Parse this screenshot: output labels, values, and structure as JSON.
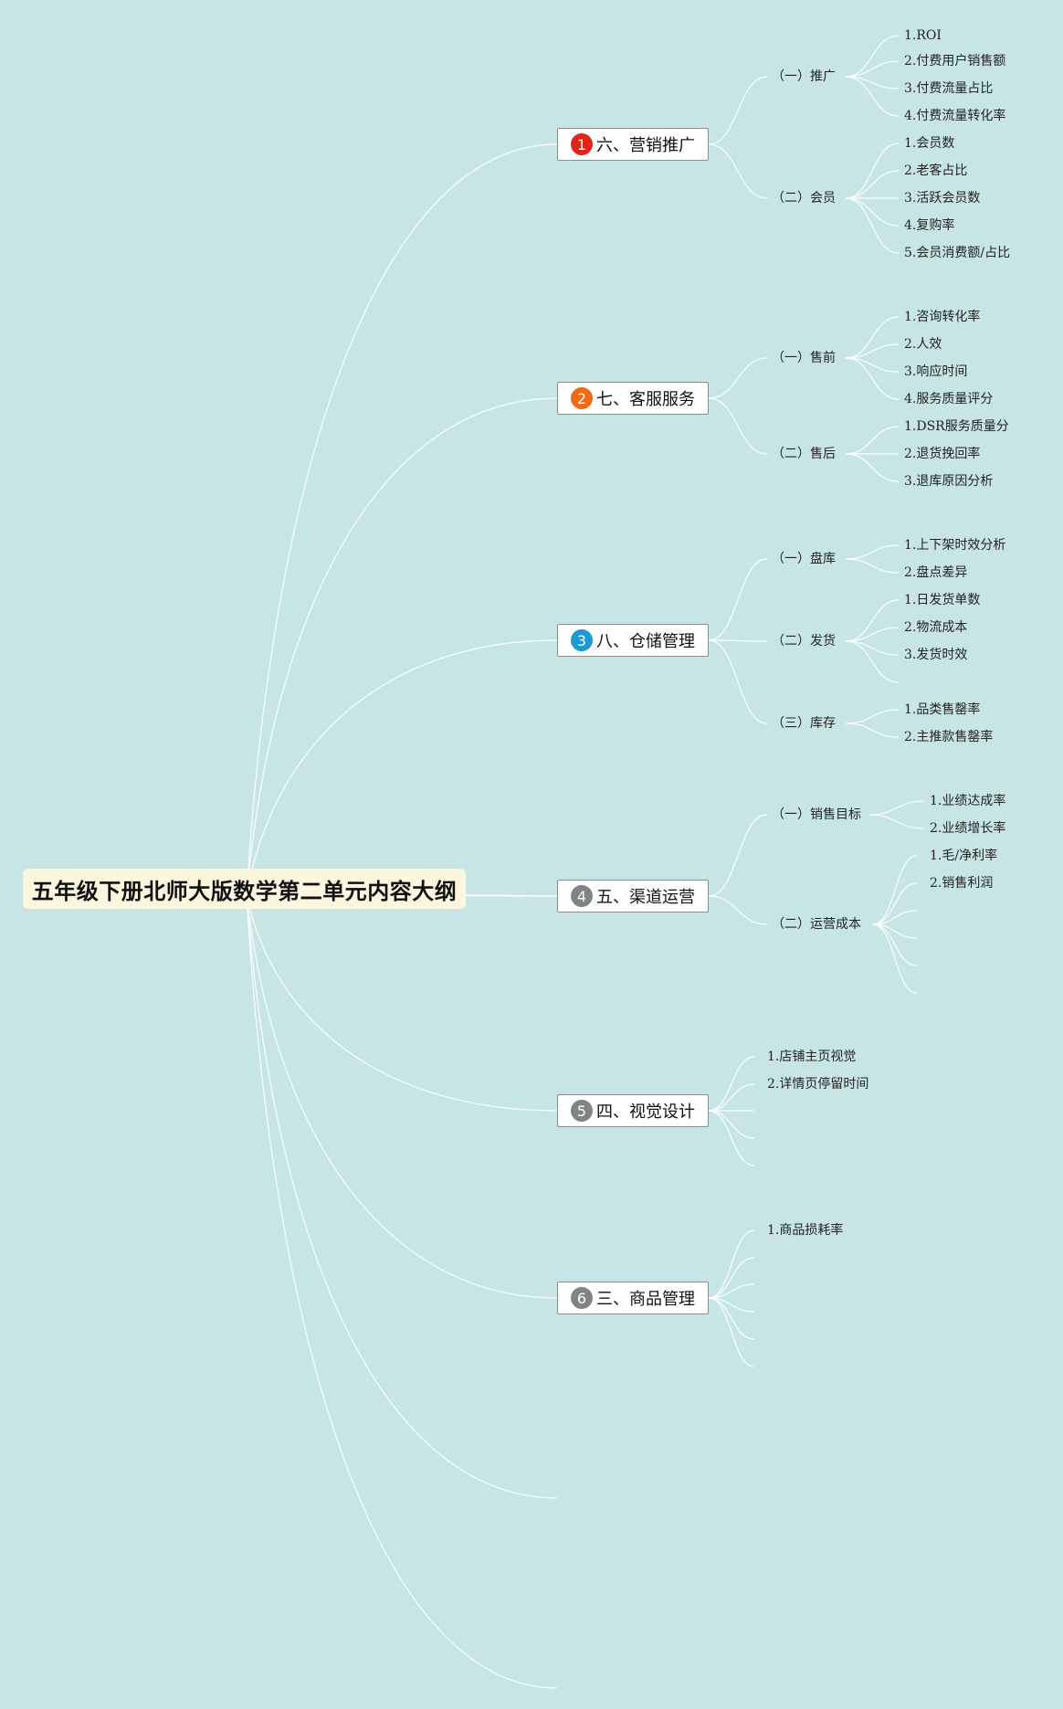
{
  "root": {
    "title": "五年级下册北师大版数学第二单元内容大纲"
  },
  "branches": [
    {
      "badge": "1",
      "badge_color": "#e0251a",
      "label": "六、营销推广",
      "subs": [
        {
          "label": "（一）推广",
          "leaves": [
            "1.ROI",
            "2.付费用户销售额",
            "3.付费流量占比",
            "4.付费流量转化率"
          ]
        },
        {
          "label": "（二）会员",
          "leaves": [
            "1.会员数",
            "2.老客占比",
            "3.活跃会员数",
            "4.复购率",
            "5.会员消费额/占比"
          ]
        }
      ]
    },
    {
      "badge": "2",
      "badge_color": "#ee6a16",
      "label": "七、客服服务",
      "subs": [
        {
          "label": "（一）售前",
          "leaves": [
            "1.咨询转化率",
            "2.人效",
            "3.响应时间",
            "4.服务质量评分"
          ]
        },
        {
          "label": "（二）售后",
          "leaves": [
            "1.DSR服务质量分",
            "2.退货挽回率",
            "3.退库原因分析"
          ]
        }
      ]
    },
    {
      "badge": "3",
      "badge_color": "#1b9ad6",
      "label": "八、仓储管理",
      "subs": [
        {
          "label": "（一）盘库",
          "leaves": [
            "1.上下架时效分析",
            "2.盘点差异"
          ]
        },
        {
          "label": "（二）发货",
          "leaves": [
            "1.日发货单数",
            "2.物流成本",
            "3.发货时效"
          ]
        },
        {
          "label": "（三）库存",
          "leaves": [
            "1.品类售罄率",
            "2.主推款售罄率"
          ]
        }
      ]
    },
    {
      "badge": "4",
      "badge_color": "#7f8485",
      "label": "五、渠道运营",
      "subs": [
        {
          "label": "（一）销售目标",
          "leaves": [
            "1.业绩达成率",
            "2.业绩增长率"
          ]
        },
        {
          "label": "（二）运营成本",
          "leaves": [
            "1.毛/净利率",
            "2.销售利润"
          ]
        }
      ]
    },
    {
      "badge": "5",
      "badge_color": "#7f8485",
      "label": "四、视觉设计",
      "leaves": [
        "1.店铺主页视觉",
        "2.详情页停留时间"
      ]
    },
    {
      "badge": "6",
      "badge_color": "#7f8485",
      "label": "三、商品管理",
      "leaves": [
        "1.商品损耗率"
      ]
    }
  ]
}
